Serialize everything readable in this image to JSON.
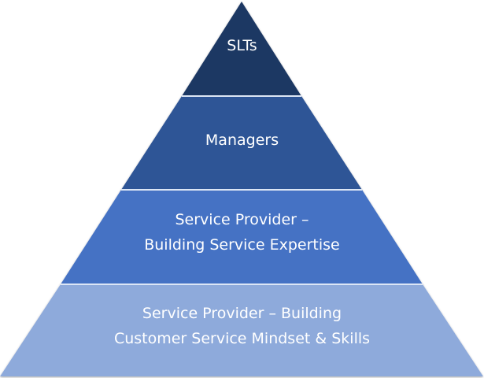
{
  "diagram": {
    "levels": [
      {
        "lines": [
          "SLTs"
        ],
        "color": "#1f3864"
      },
      {
        "lines": [
          "Managers"
        ],
        "color": "#2f5496"
      },
      {
        "lines": [
          "Service Provider –",
          "Building Service Expertise"
        ],
        "color": "#4472c4"
      },
      {
        "lines": [
          "Service Provider – Building",
          "Customer Service Mindset & Skills"
        ],
        "color": "#8eaadb"
      }
    ]
  }
}
